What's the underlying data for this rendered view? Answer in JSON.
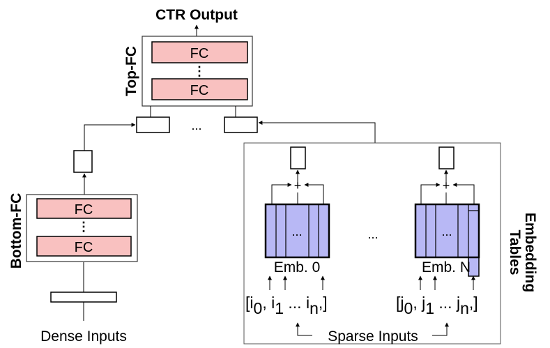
{
  "title": "CTR Output",
  "top_fc": {
    "label": "Top-FC",
    "layers": [
      "FC",
      "FC"
    ],
    "ellipsis": "⋮"
  },
  "bottom_fc": {
    "label": "Bottom-FC",
    "layers": [
      "FC",
      "FC"
    ],
    "ellipsis": "⋮"
  },
  "concat_ellipsis": "...",
  "dense_inputs_label": "Dense Inputs",
  "embedding_tables": {
    "label_line1": "Embedding",
    "label_line2": "Tables",
    "tables": [
      {
        "name": "Emb. 0",
        "inner_ellipsis": "...",
        "sum_symbol": "+",
        "indices": {
          "open": "[",
          "sym": "i",
          "subs": [
            "0",
            "1",
            "n"
          ],
          "dots": "...",
          "close": "]"
        }
      },
      {
        "name": "Emb. N",
        "inner_ellipsis": "...",
        "sum_symbol": "+",
        "indices": {
          "open": "[",
          "sym": "j",
          "subs": [
            "0",
            "1",
            "n"
          ],
          "dots": "...",
          "close": "]"
        }
      }
    ],
    "between_ellipsis": "...",
    "sparse_inputs_label": "Sparse Inputs"
  },
  "colors": {
    "fc_fill": "#f9c1c0",
    "embedding_fill": "#b8b8f5",
    "stroke": "#000000",
    "panel_stroke": "#555555"
  }
}
